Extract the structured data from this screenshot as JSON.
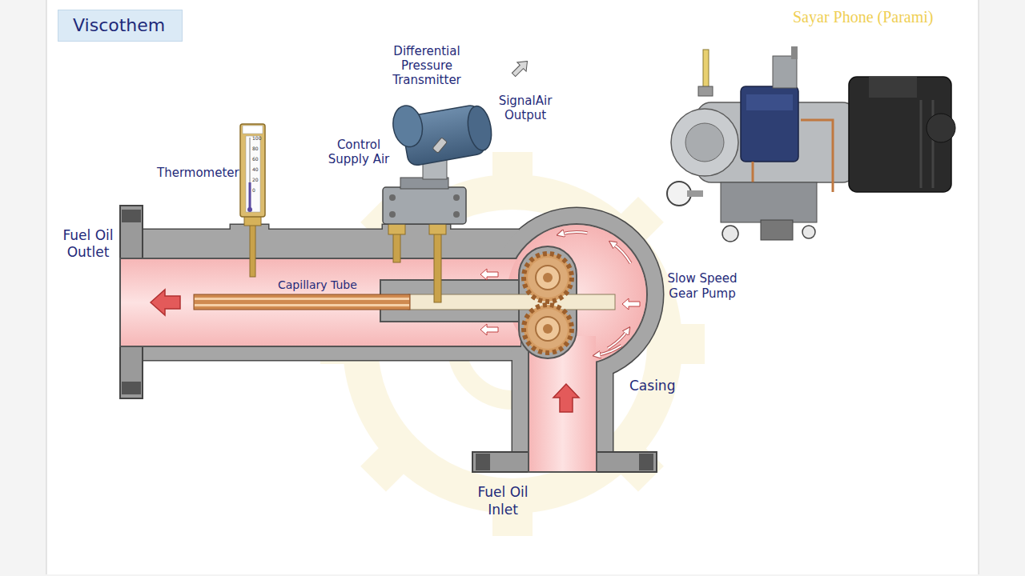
{
  "diagram": {
    "title": "Viscothem",
    "labels": [
      "Sayar Phone (Parami)",
      "Differential Pressure Transmitter",
      "SignalAir Output",
      "Control Supply Air",
      "Thermometer",
      "100",
      "80",
      "60",
      "40",
      "20",
      "0",
      "Fuel Oil Outlet",
      "Capillary Tube",
      "Slow Speed Gear Pump",
      "Casing",
      "Fuel Oil Inlet"
    ]
  }
}
